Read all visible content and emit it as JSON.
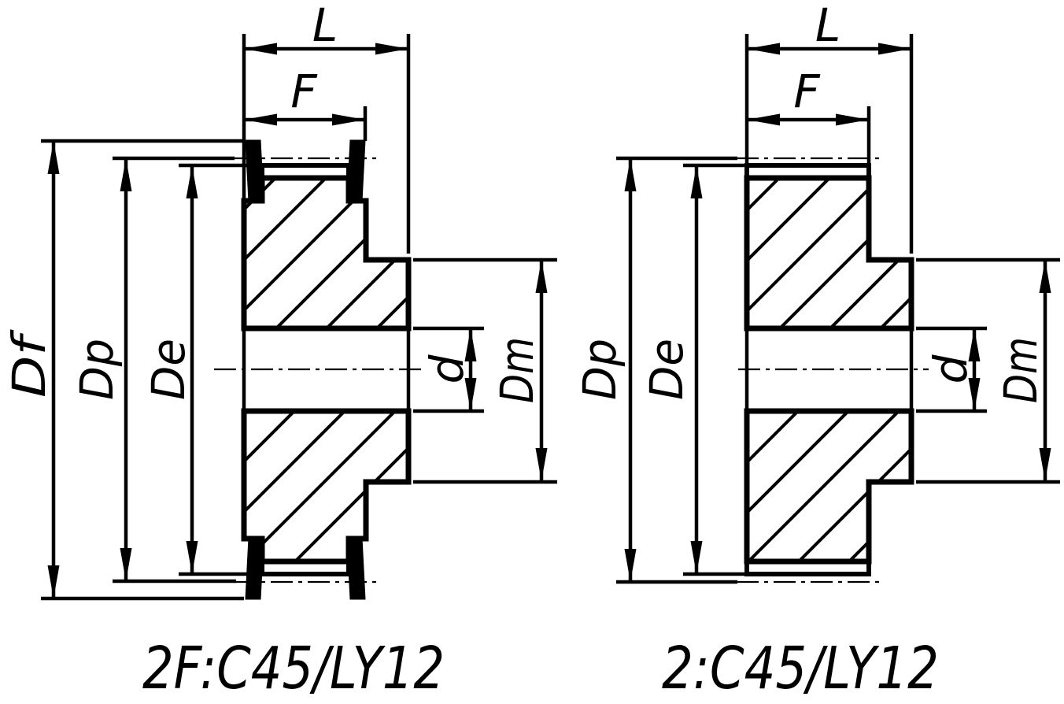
{
  "page": {
    "background_color": "#ffffff",
    "ink_color": "#000000"
  },
  "left_drawing": {
    "caption": "2F:C45/LY12",
    "dim_labels": {
      "overall_width": "L",
      "face_width": "F",
      "flange_diameter": "Df",
      "pitch_diameter": "Dp",
      "outside_diameter": "De",
      "bore_diameter": "d",
      "hub_diameter": "Dm"
    }
  },
  "right_drawing": {
    "caption": "2:C45/LY12",
    "dim_labels": {
      "overall_width": "L",
      "face_width": "F",
      "pitch_diameter": "Dp",
      "outside_diameter": "De",
      "bore_diameter": "d",
      "hub_diameter": "Dm"
    }
  }
}
